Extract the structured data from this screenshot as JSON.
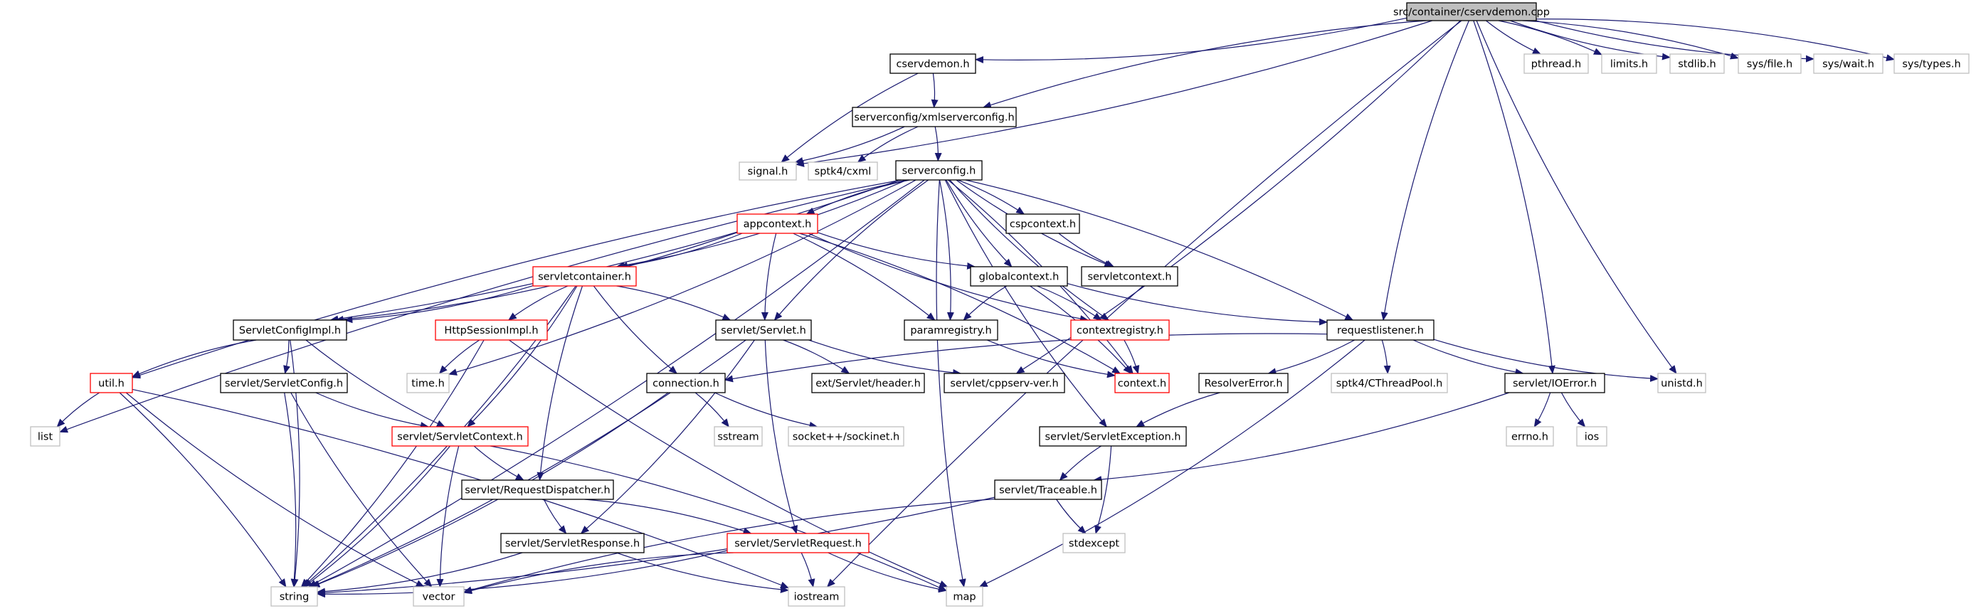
{
  "diagram": {
    "kind": "include-dependency-graph",
    "colors": {
      "edge": "#191970",
      "normal_border": "#000000",
      "truncated_border": "#ff0000",
      "external_border": "#bfbfbf",
      "root_fill": "#bfbfbf",
      "text": "#000000"
    },
    "nodes": [
      {
        "id": "root",
        "label": "src/container/cservdemon.cpp",
        "style": "root"
      },
      {
        "id": "cservdemon_h",
        "label": "cservdemon.h",
        "style": "normal"
      },
      {
        "id": "xmlserverconfig",
        "label": "serverconfig/xmlserverconfig.h",
        "style": "normal"
      },
      {
        "id": "signal_h",
        "label": "signal.h",
        "style": "external"
      },
      {
        "id": "cxml",
        "label": "sptk4/cxml",
        "style": "external"
      },
      {
        "id": "serverconfig",
        "label": "serverconfig.h",
        "style": "normal"
      },
      {
        "id": "pthread",
        "label": "pthread.h",
        "style": "external"
      },
      {
        "id": "limits",
        "label": "limits.h",
        "style": "external"
      },
      {
        "id": "stdlib",
        "label": "stdlib.h",
        "style": "external"
      },
      {
        "id": "sysfile",
        "label": "sys/file.h",
        "style": "external"
      },
      {
        "id": "syswait",
        "label": "sys/wait.h",
        "style": "external"
      },
      {
        "id": "systypes",
        "label": "sys/types.h",
        "style": "external"
      },
      {
        "id": "appcontext",
        "label": "appcontext.h",
        "style": "truncated"
      },
      {
        "id": "cspcontext",
        "label": "cspcontext.h",
        "style": "normal"
      },
      {
        "id": "servletcontext_h",
        "label": "servletcontext.h",
        "style": "normal"
      },
      {
        "id": "servletcontainer",
        "label": "servletcontainer.h",
        "style": "truncated"
      },
      {
        "id": "globalcontext",
        "label": "globalcontext.h",
        "style": "normal"
      },
      {
        "id": "servletconfigimpl",
        "label": "ServletConfigImpl.h",
        "style": "normal"
      },
      {
        "id": "httpsessionimpl",
        "label": "HttpSessionImpl.h",
        "style": "truncated"
      },
      {
        "id": "servlet",
        "label": "servlet/Servlet.h",
        "style": "normal"
      },
      {
        "id": "paramregistry",
        "label": "paramregistry.h",
        "style": "normal"
      },
      {
        "id": "contextregistry",
        "label": "contextregistry.h",
        "style": "truncated"
      },
      {
        "id": "requestlistener",
        "label": "requestlistener.h",
        "style": "normal"
      },
      {
        "id": "util",
        "label": "util.h",
        "style": "truncated"
      },
      {
        "id": "servletconfig",
        "label": "servlet/ServletConfig.h",
        "style": "normal"
      },
      {
        "id": "time_h",
        "label": "time.h",
        "style": "external"
      },
      {
        "id": "connection",
        "label": "connection.h",
        "style": "normal"
      },
      {
        "id": "extheader",
        "label": "ext/Servlet/header.h",
        "style": "normal"
      },
      {
        "id": "cppservver",
        "label": "servlet/cppserv-ver.h",
        "style": "normal"
      },
      {
        "id": "context",
        "label": "context.h",
        "style": "truncated"
      },
      {
        "id": "resolvererror",
        "label": "ResolverError.h",
        "style": "normal"
      },
      {
        "id": "cthreadpool",
        "label": "sptk4/CThreadPool.h",
        "style": "external"
      },
      {
        "id": "ioerror",
        "label": "servlet/IOError.h",
        "style": "normal"
      },
      {
        "id": "unistd",
        "label": "unistd.h",
        "style": "external"
      },
      {
        "id": "list",
        "label": "list",
        "style": "external"
      },
      {
        "id": "servletcontextS",
        "label": "servlet/ServletContext.h",
        "style": "truncated"
      },
      {
        "id": "sstream",
        "label": "sstream",
        "style": "external"
      },
      {
        "id": "sockinet",
        "label": "socket++/sockinet.h",
        "style": "external"
      },
      {
        "id": "servletexception",
        "label": "servlet/ServletException.h",
        "style": "normal"
      },
      {
        "id": "errno",
        "label": "errno.h",
        "style": "external"
      },
      {
        "id": "ios",
        "label": "ios",
        "style": "external"
      },
      {
        "id": "requestdispatcher",
        "label": "servlet/RequestDispatcher.h",
        "style": "normal"
      },
      {
        "id": "traceable",
        "label": "servlet/Traceable.h",
        "style": "normal"
      },
      {
        "id": "servletresponse",
        "label": "servlet/ServletResponse.h",
        "style": "normal"
      },
      {
        "id": "servletrequest",
        "label": "servlet/ServletRequest.h",
        "style": "truncated"
      },
      {
        "id": "stdexcept",
        "label": "stdexcept",
        "style": "external"
      },
      {
        "id": "string",
        "label": "string",
        "style": "external"
      },
      {
        "id": "vector",
        "label": "vector",
        "style": "external"
      },
      {
        "id": "iostream",
        "label": "iostream",
        "style": "external"
      },
      {
        "id": "map",
        "label": "map",
        "style": "external"
      }
    ],
    "edges": [
      [
        "root",
        "cservdemon_h"
      ],
      [
        "root",
        "xmlserverconfig"
      ],
      [
        "root",
        "signal_h"
      ],
      [
        "root",
        "pthread"
      ],
      [
        "root",
        "limits"
      ],
      [
        "root",
        "stdlib"
      ],
      [
        "root",
        "sysfile"
      ],
      [
        "root",
        "syswait"
      ],
      [
        "root",
        "systypes"
      ],
      [
        "root",
        "requestlistener"
      ],
      [
        "root",
        "ioerror"
      ],
      [
        "root",
        "unistd"
      ],
      [
        "root",
        "cppservver"
      ],
      [
        "root",
        "iostream"
      ],
      [
        "cservdemon_h",
        "xmlserverconfig"
      ],
      [
        "cservdemon_h",
        "signal_h"
      ],
      [
        "xmlserverconfig",
        "signal_h"
      ],
      [
        "xmlserverconfig",
        "cxml"
      ],
      [
        "xmlserverconfig",
        "serverconfig"
      ],
      [
        "serverconfig",
        "appcontext"
      ],
      [
        "serverconfig",
        "cspcontext"
      ],
      [
        "serverconfig",
        "servletcontext_h"
      ],
      [
        "serverconfig",
        "servletcontainer"
      ],
      [
        "serverconfig",
        "globalcontext"
      ],
      [
        "serverconfig",
        "servletconfigimpl"
      ],
      [
        "serverconfig",
        "servlet"
      ],
      [
        "serverconfig",
        "paramregistry"
      ],
      [
        "serverconfig",
        "contextregistry"
      ],
      [
        "serverconfig",
        "requestlistener"
      ],
      [
        "serverconfig",
        "util"
      ],
      [
        "serverconfig",
        "time_h"
      ],
      [
        "serverconfig",
        "list"
      ],
      [
        "serverconfig",
        "string"
      ],
      [
        "serverconfig",
        "map"
      ],
      [
        "serverconfig",
        "context"
      ],
      [
        "serverconfig",
        "servletexception"
      ],
      [
        "appcontext",
        "servletcontainer"
      ],
      [
        "appcontext",
        "globalcontext"
      ],
      [
        "appcontext",
        "servletconfigimpl"
      ],
      [
        "appcontext",
        "servlet"
      ],
      [
        "appcontext",
        "paramregistry"
      ],
      [
        "appcontext",
        "contextregistry"
      ],
      [
        "appcontext",
        "context"
      ],
      [
        "cspcontext",
        "servletcontext_h"
      ],
      [
        "servletcontainer",
        "servletconfigimpl"
      ],
      [
        "servletcontainer",
        "httpsessionimpl"
      ],
      [
        "servletcontainer",
        "servlet"
      ],
      [
        "servletcontainer",
        "connection"
      ],
      [
        "servletcontainer",
        "servletcontextS"
      ],
      [
        "servletcontainer",
        "requestdispatcher"
      ],
      [
        "servletcontainer",
        "string"
      ],
      [
        "globalcontext",
        "paramregistry"
      ],
      [
        "globalcontext",
        "contextregistry"
      ],
      [
        "globalcontext",
        "requestlistener"
      ],
      [
        "globalcontext",
        "context"
      ],
      [
        "servletconfigimpl",
        "util"
      ],
      [
        "servletconfigimpl",
        "servletconfig"
      ],
      [
        "servletconfigimpl",
        "servletcontextS"
      ],
      [
        "servletconfigimpl",
        "string"
      ],
      [
        "httpsessionimpl",
        "time_h"
      ],
      [
        "httpsessionimpl",
        "string"
      ],
      [
        "httpsessionimpl",
        "map"
      ],
      [
        "servlet",
        "extheader"
      ],
      [
        "servlet",
        "cppservver"
      ],
      [
        "servlet",
        "servletresponse"
      ],
      [
        "servlet",
        "servletrequest"
      ],
      [
        "servlet",
        "string"
      ],
      [
        "paramregistry",
        "context"
      ],
      [
        "contextregistry",
        "context"
      ],
      [
        "requestlistener",
        "connection"
      ],
      [
        "requestlistener",
        "cthreadpool"
      ],
      [
        "requestlistener",
        "ioerror"
      ],
      [
        "requestlistener",
        "resolvererror"
      ],
      [
        "requestlistener",
        "unistd"
      ],
      [
        "requestlistener",
        "map"
      ],
      [
        "util",
        "list"
      ],
      [
        "util",
        "string"
      ],
      [
        "util",
        "vector"
      ],
      [
        "util",
        "iostream"
      ],
      [
        "servletconfig",
        "servletcontextS"
      ],
      [
        "servletconfig",
        "string"
      ],
      [
        "servletconfig",
        "vector"
      ],
      [
        "connection",
        "sstream"
      ],
      [
        "connection",
        "sockinet"
      ],
      [
        "connection",
        "string"
      ],
      [
        "servletcontextS",
        "requestdispatcher"
      ],
      [
        "servletcontextS",
        "string"
      ],
      [
        "servletcontextS",
        "vector"
      ],
      [
        "servletcontextS",
        "map"
      ],
      [
        "resolvererror",
        "servletexception"
      ],
      [
        "ioerror",
        "errno"
      ],
      [
        "ioerror",
        "ios"
      ],
      [
        "ioerror",
        "traceable"
      ],
      [
        "servletexception",
        "traceable"
      ],
      [
        "servletexception",
        "stdexcept"
      ],
      [
        "requestdispatcher",
        "servletresponse"
      ],
      [
        "requestdispatcher",
        "servletrequest"
      ],
      [
        "traceable",
        "stdexcept"
      ],
      [
        "traceable",
        "string"
      ],
      [
        "traceable",
        "vector"
      ],
      [
        "servletresponse",
        "string"
      ],
      [
        "servletresponse",
        "iostream"
      ],
      [
        "servletrequest",
        "string"
      ],
      [
        "servletrequest",
        "vector"
      ],
      [
        "servletrequest",
        "iostream"
      ],
      [
        "servletrequest",
        "map"
      ]
    ]
  }
}
